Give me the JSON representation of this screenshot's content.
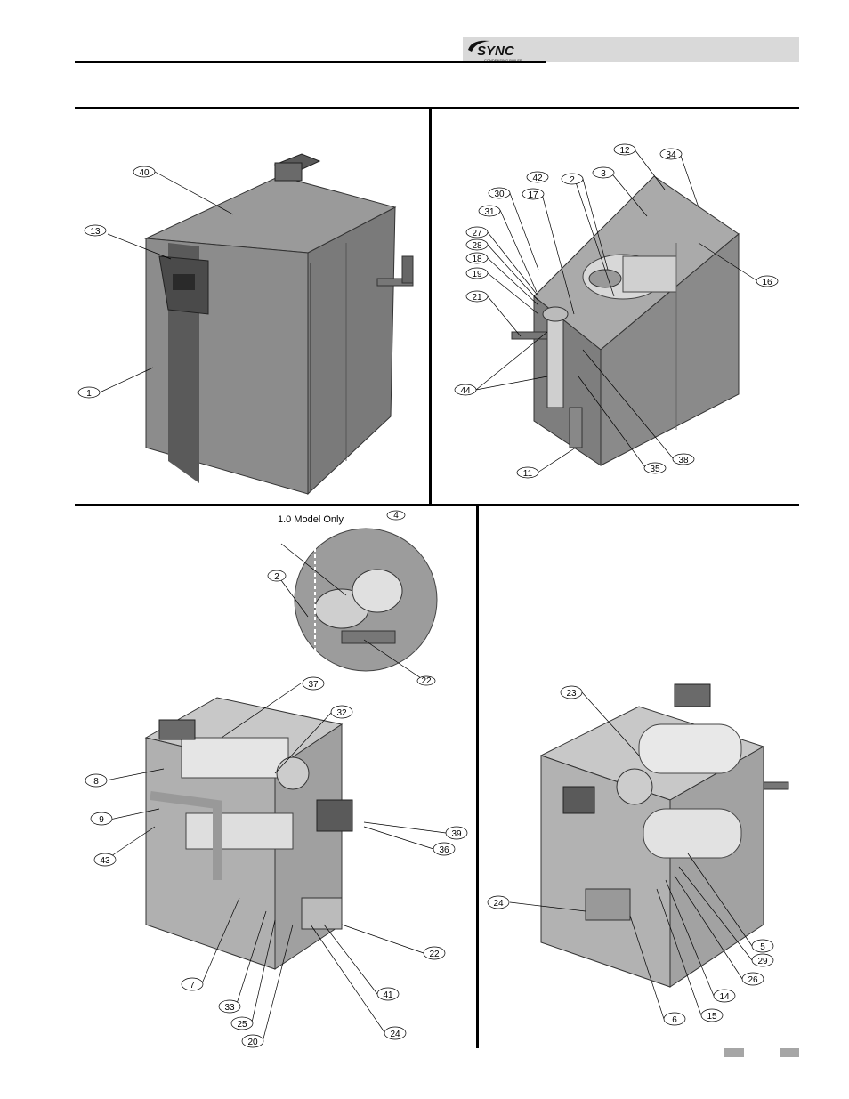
{
  "header": {
    "logo_text": "SYNC",
    "logo_subtext": "CONDENSING BOILER"
  },
  "note": "1.0 Model Only",
  "callouts": {
    "front": [
      "40",
      "13",
      "1"
    ],
    "rear": [
      "12",
      "34",
      "3",
      "42",
      "2",
      "30",
      "17",
      "31",
      "27",
      "28",
      "18",
      "19",
      "21",
      "44",
      "16",
      "38",
      "35",
      "11"
    ],
    "detail": [
      "4",
      "2",
      "22"
    ],
    "left_open": [
      "37",
      "32",
      "8",
      "9",
      "43",
      "39",
      "36",
      "22",
      "7",
      "33",
      "25",
      "20",
      "41",
      "24"
    ],
    "right_open": [
      "23",
      "24",
      "5",
      "29",
      "26",
      "14",
      "15",
      "6"
    ]
  }
}
